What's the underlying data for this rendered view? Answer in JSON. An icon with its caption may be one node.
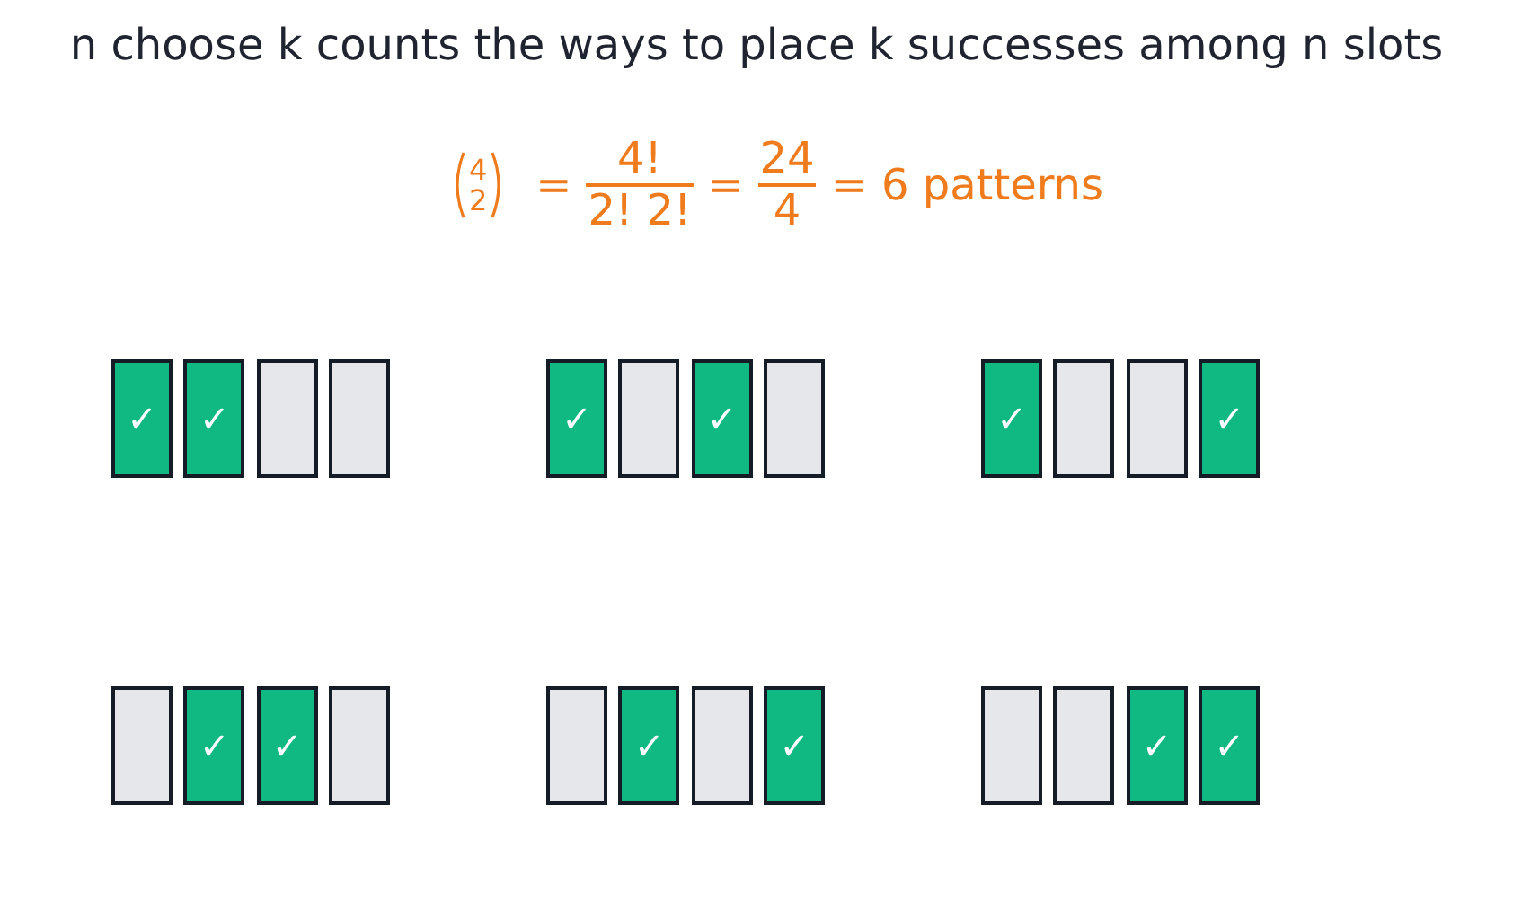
{
  "diagram": {
    "title": "n choose k counts the ways to place k successes among n slots",
    "nodes": [
      {
        "text": [
          "✓"
        ]
      },
      {
        "text": [
          "✓"
        ]
      },
      {
        "text": [],
        "shape": "box"
      },
      {
        "text": [],
        "shape": "box"
      },
      {
        "text": [
          "✓"
        ]
      },
      {
        "text": [],
        "shape": "box"
      },
      {
        "text": [
          "✓"
        ]
      },
      {
        "text": [],
        "shape": "box"
      },
      {
        "text": [
          "✓"
        ]
      },
      {
        "text": [],
        "shape": "box"
      },
      {
        "text": [],
        "shape": "box"
      },
      {
        "text": [
          "✓"
        ]
      },
      {
        "text": [],
        "shape": "box"
      },
      {
        "text": [
          "✓"
        ]
      },
      {
        "text": [
          "✓"
        ]
      },
      {
        "text": [],
        "shape": "box"
      },
      {
        "text": [],
        "shape": "box"
      },
      {
        "text": [
          "✓"
        ]
      },
      {
        "text": [],
        "shape": "box"
      },
      {
        "text": [
          "✓"
        ]
      },
      {
        "text": [],
        "shape": "box"
      },
      {
        "text": [],
        "shape": "box"
      },
      {
        "text": [
          "✓"
        ]
      },
      {
        "text": [
          "✓"
        ]
      }
    ],
    "labels": [
      "4",
      "2",
      "=",
      "4!",
      "2! 2!",
      "=",
      "24",
      "4",
      "=",
      "6 patterns"
    ]
  }
}
